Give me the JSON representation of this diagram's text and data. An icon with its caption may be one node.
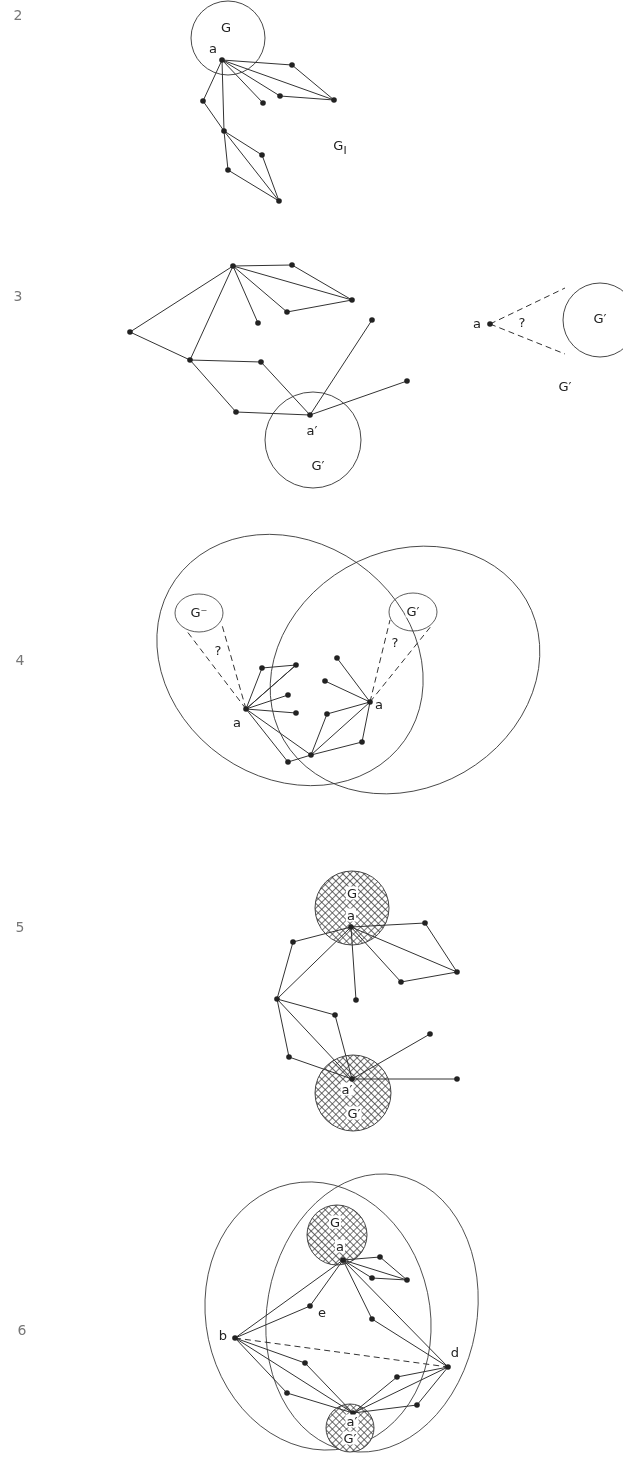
{
  "diagram": {
    "labels": [
      "2",
      "G",
      "a",
      "G$_{I}$",
      "3",
      "a′",
      "G′",
      "a",
      "?",
      "G′",
      "G′",
      "4",
      "G⁻",
      "?",
      "G′",
      "?",
      "a",
      "a",
      "5",
      "G",
      "a",
      "a′",
      "G′",
      "6",
      "G",
      "a",
      "e",
      "b",
      "d",
      "a′",
      "G′"
    ]
  }
}
